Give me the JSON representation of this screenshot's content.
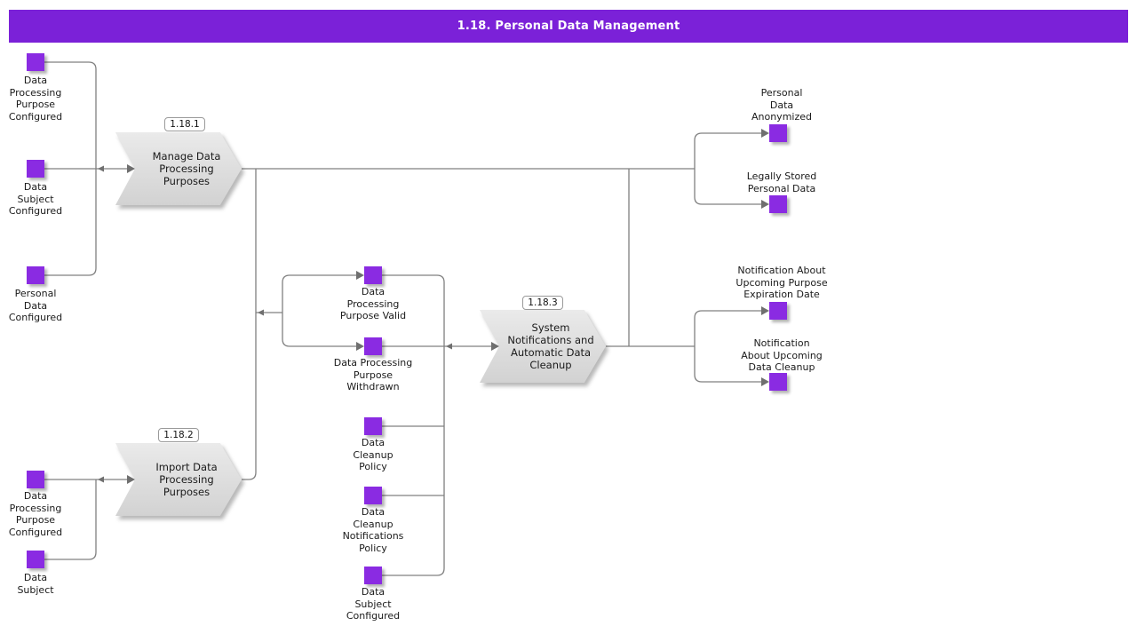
{
  "title": "1.18. Personal Data Management",
  "colors": {
    "c-header": "#7b21d8",
    "c-event": "#8a2be2",
    "c-line": "#808080",
    "c-arrow": "#6f6f6f",
    "c-proc-light": "#eaeaea",
    "c-proc-dark": "#d2d2d2",
    "c-badge-border": "#9a9a9a"
  },
  "processes": [
    {
      "id": "1.18.1",
      "label": "Manage Data\nProcessing\nPurposes"
    },
    {
      "id": "1.18.2",
      "label": "Import Data\nProcessing\nPurposes"
    },
    {
      "id": "1.18.3",
      "label": "System\nNotifications and\nAutomatic Data\nCleanup"
    }
  ],
  "events": [
    {
      "label": "Data\nProcessing\nPurpose\nConfigured"
    },
    {
      "label": "Data\nSubject\nConfigured"
    },
    {
      "label": "Personal\nData\nConfigured"
    },
    {
      "label": "Data\nProcessing\nPurpose Valid"
    },
    {
      "label": "Data Processing\nPurpose\nWithdrawn"
    },
    {
      "label": "Data\nCleanup\nPolicy"
    },
    {
      "label": "Data\nCleanup\nNotifications\nPolicy"
    },
    {
      "label": "Data\nSubject\nConfigured"
    },
    {
      "label": "Personal\nData\nAnonymized"
    },
    {
      "label": "Legally Stored\nPersonal Data"
    },
    {
      "label": "Notification About\nUpcoming Purpose\nExpiration Date"
    },
    {
      "label": "Notification\nAbout Upcoming\nData Cleanup"
    },
    {
      "label": "Data\nProcessing\nPurpose\nConfigured"
    },
    {
      "label": "Data\nSubject"
    }
  ]
}
